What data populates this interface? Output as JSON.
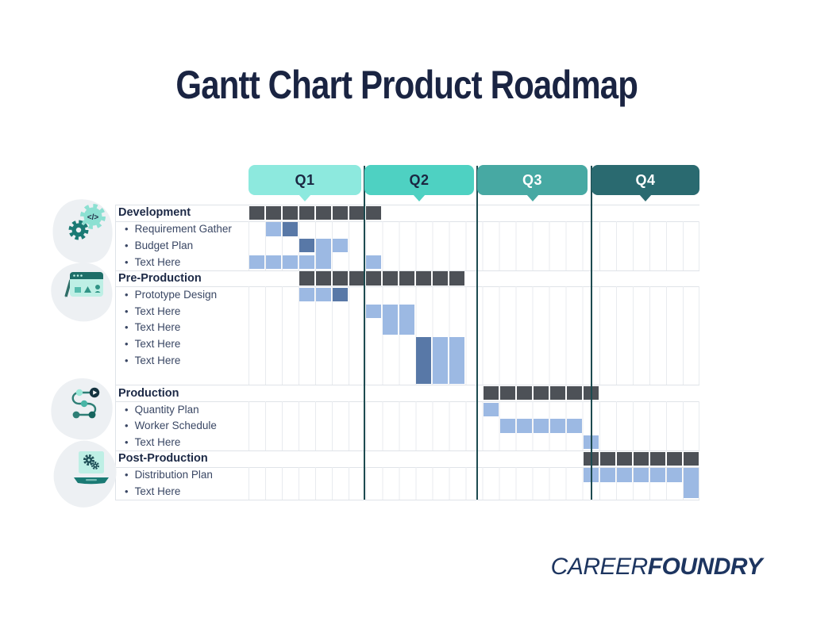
{
  "title": "Gantt Chart Product Roadmap",
  "quarters": [
    {
      "label": "Q1",
      "bg": "#8DE9DE",
      "text": "#1B2742"
    },
    {
      "label": "Q2",
      "bg": "#4ED1C2",
      "text": "#1B2742"
    },
    {
      "label": "Q3",
      "bg": "#47A9A3",
      "text": "#FFFFFF"
    },
    {
      "label": "Q4",
      "bg": "#2A6A70",
      "text": "#FFFFFF"
    }
  ],
  "colors": {
    "dark": "#4D5157",
    "light": "#9CB9E3",
    "slate": "#5878A7",
    "grid_line": "#E8EBEF",
    "section_line": "#DFE3E8",
    "quarter_line": "#1D4B50",
    "title": "#1A2442",
    "header_text": "#1C2946",
    "item_text": "#3A4764",
    "blob": "#EDF0F3"
  },
  "chart_data": {
    "type": "table",
    "title": "Gantt Chart Product Roadmap",
    "x_axis": {
      "label": "",
      "ticks": [
        "Q1",
        "Q2",
        "Q3",
        "Q4"
      ],
      "columns_per_year": 27
    },
    "rows": [
      {
        "type": "header",
        "label": "Development",
        "icon": "development-icon"
      },
      {
        "type": "item",
        "label": "Requirement Gather"
      },
      {
        "type": "item",
        "label": "Budget Plan"
      },
      {
        "type": "item",
        "label": "Text Here"
      },
      {
        "type": "header",
        "label": "Pre-Production",
        "icon": "pre-production-icon"
      },
      {
        "type": "item",
        "label": "Prototype Design"
      },
      {
        "type": "item",
        "label": "Text Here"
      },
      {
        "type": "item",
        "label": "Text Here"
      },
      {
        "type": "item",
        "label": "Text Here"
      },
      {
        "type": "item",
        "label": "Text Here"
      },
      {
        "type": "spacer",
        "label": ""
      },
      {
        "type": "header",
        "label": "Production",
        "icon": "production-icon"
      },
      {
        "type": "item",
        "label": "Quantity Plan"
      },
      {
        "type": "item",
        "label": "Worker Schedule"
      },
      {
        "type": "item",
        "label": "Text Here"
      },
      {
        "type": "header",
        "label": "Post-Production",
        "icon": "post-production-icon"
      },
      {
        "type": "item",
        "label": "Distribution Plan"
      },
      {
        "type": "item",
        "label": "Text Here"
      }
    ],
    "bars": [
      {
        "row": 0,
        "col": 0,
        "span": 8,
        "rows": 1,
        "color": "dark"
      },
      {
        "row": 1,
        "col": 1,
        "span": 1,
        "rows": 1,
        "color": "light"
      },
      {
        "row": 1,
        "col": 2,
        "span": 1,
        "rows": 1,
        "color": "slate"
      },
      {
        "row": 2,
        "col": 3,
        "span": 1,
        "rows": 1,
        "color": "slate"
      },
      {
        "row": 2,
        "col": 4,
        "span": 1,
        "rows": 2,
        "color": "light"
      },
      {
        "row": 2,
        "col": 5,
        "span": 1,
        "rows": 1,
        "color": "light"
      },
      {
        "row": 3,
        "col": 0,
        "span": 4,
        "rows": 1,
        "color": "light"
      },
      {
        "row": 3,
        "col": 7,
        "span": 1,
        "rows": 1,
        "color": "light"
      },
      {
        "row": 4,
        "col": 3,
        "span": 10,
        "rows": 1,
        "color": "dark"
      },
      {
        "row": 5,
        "col": 3,
        "span": 1,
        "rows": 1,
        "color": "light"
      },
      {
        "row": 5,
        "col": 4,
        "span": 1,
        "rows": 1,
        "color": "light"
      },
      {
        "row": 5,
        "col": 5,
        "span": 1,
        "rows": 1,
        "color": "slate"
      },
      {
        "row": 6,
        "col": 7,
        "span": 1,
        "rows": 1,
        "color": "light"
      },
      {
        "row": 6,
        "col": 8,
        "span": 1,
        "rows": 2,
        "color": "light"
      },
      {
        "row": 6,
        "col": 9,
        "span": 1,
        "rows": 2,
        "color": "light"
      },
      {
        "row": 8,
        "col": 10,
        "span": 1,
        "rows": 3,
        "color": "slate"
      },
      {
        "row": 8,
        "col": 11,
        "span": 1,
        "rows": 3,
        "color": "light"
      },
      {
        "row": 8,
        "col": 12,
        "span": 1,
        "rows": 3,
        "color": "light"
      },
      {
        "row": 11,
        "col": 14,
        "span": 7,
        "rows": 1,
        "color": "dark"
      },
      {
        "row": 12,
        "col": 14,
        "span": 1,
        "rows": 1,
        "color": "light"
      },
      {
        "row": 13,
        "col": 15,
        "span": 5,
        "rows": 1,
        "color": "light"
      },
      {
        "row": 14,
        "col": 20,
        "span": 1,
        "rows": 1,
        "color": "light"
      },
      {
        "row": 15,
        "col": 20,
        "span": 7,
        "rows": 1,
        "color": "dark"
      },
      {
        "row": 16,
        "col": 20,
        "span": 6,
        "rows": 1,
        "color": "light"
      },
      {
        "row": 16,
        "col": 26,
        "span": 1,
        "rows": 2,
        "color": "light"
      }
    ]
  },
  "logo": {
    "part1": "CAREER",
    "part2": "FOUNDRY",
    "color": "#1D3560"
  }
}
